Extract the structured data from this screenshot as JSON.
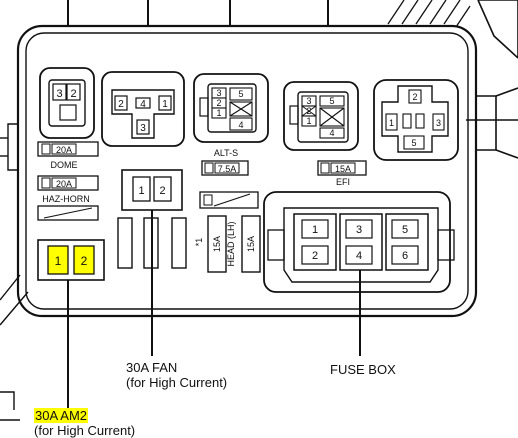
{
  "relays": {
    "r1": {
      "pins": [
        "3",
        "2"
      ]
    },
    "r2": {
      "pins": [
        "2",
        "4",
        "1",
        "3"
      ]
    },
    "r3": {
      "pins": [
        "3",
        "2",
        "1",
        "5",
        "4"
      ]
    },
    "r4": {
      "pins": [
        "3",
        "2",
        "1",
        "5",
        "4"
      ]
    },
    "r5": {
      "pins": [
        "2",
        "1",
        "3",
        "5"
      ]
    }
  },
  "fuses": {
    "dome": {
      "rating": "20A",
      "name": "DOME"
    },
    "haz_horn": {
      "rating": "20A",
      "name": "HAZ-HORN"
    },
    "alt_s": {
      "rating": "7.5A",
      "name": "ALT-S"
    },
    "efi": {
      "rating": "15A",
      "name": "EFI"
    },
    "head_lh": {
      "rating": "15A",
      "name": "HEAD (LH)"
    },
    "head_rh": {
      "rating": "15A"
    },
    "star": "*1"
  },
  "fan_fuse": {
    "pins": [
      "1",
      "2"
    ]
  },
  "am2_fuse": {
    "pins": [
      "1",
      "2"
    ]
  },
  "fuse_box": {
    "slots": [
      "1",
      "3",
      "5",
      "2",
      "4",
      "6"
    ]
  },
  "callouts": {
    "fan_line1": "30A FAN",
    "fan_line2": "(for High Current)",
    "fuse_box": "FUSE BOX",
    "am2_line1": "30A AM2",
    "am2_line2": "(for High Current)"
  },
  "colors": {
    "highlight": "#ffff00",
    "line": "#111111"
  }
}
